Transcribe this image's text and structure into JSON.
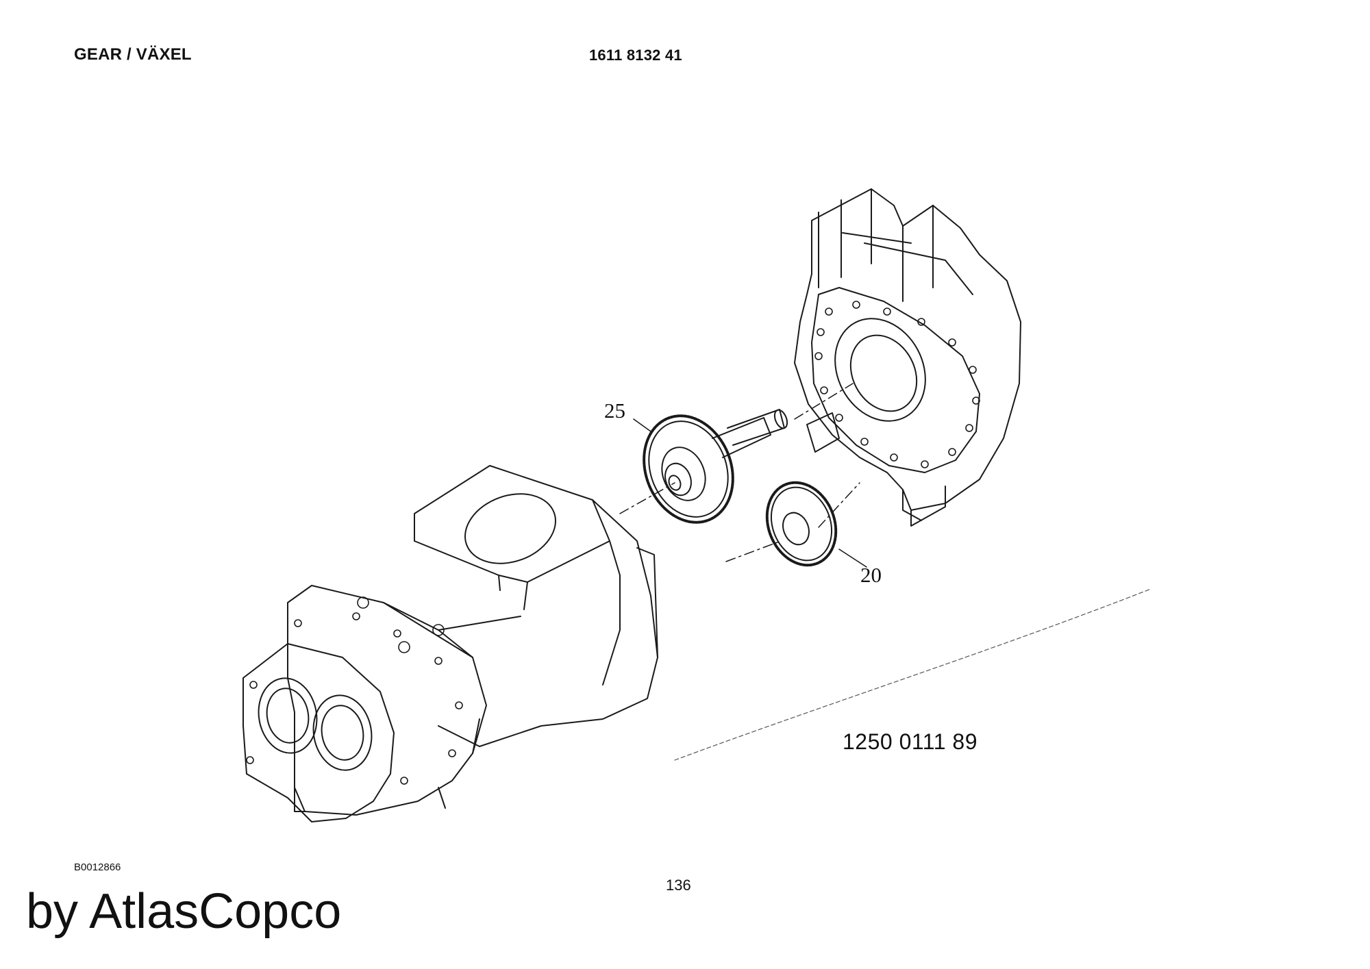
{
  "header": {
    "title": "GEAR / VÄXEL",
    "document_number": "1611 8132 41"
  },
  "diagram": {
    "callouts": [
      {
        "id": "25"
      },
      {
        "id": "20"
      }
    ],
    "assembly_number": "1250 0111 89"
  },
  "footer": {
    "image_ref": "B0012866",
    "page_number": "136",
    "brand": "by AtlasCopco"
  },
  "colors": {
    "line": "#1a1a1a",
    "background": "#ffffff"
  }
}
